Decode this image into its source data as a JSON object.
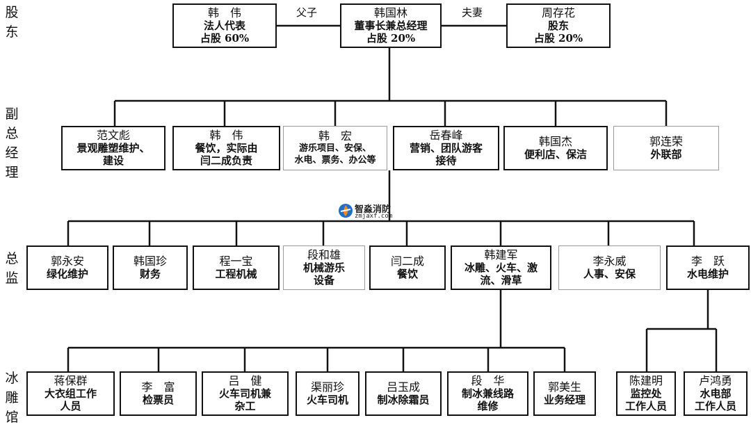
{
  "side_labels": {
    "shareholders": [
      "股",
      "东"
    ],
    "deputy_gm": [
      "副",
      "总",
      "经",
      "理"
    ],
    "supervisor": [
      "总",
      "监"
    ],
    "ice_hall": [
      "冰",
      "雕",
      "馆"
    ]
  },
  "relations": {
    "left": "父子",
    "right": "夫妻"
  },
  "logo": {
    "name": "智淼消防",
    "domain": "zmjaxf.com"
  },
  "shareholders": [
    {
      "name": "韩　伟",
      "lines": [
        "法人代表",
        "占股 60%"
      ]
    },
    {
      "name": "韩国林",
      "lines": [
        "董事长兼总经理",
        "占股 20%"
      ]
    },
    {
      "name": "周存花",
      "lines": [
        "股东",
        "占股 20%"
      ]
    }
  ],
  "deputies": [
    {
      "name": "范文彪",
      "lines": [
        "景观雕塑维护、",
        "建设"
      ]
    },
    {
      "name": "韩　伟",
      "lines": [
        "餐饮，实际由",
        "闫二成负责"
      ]
    },
    {
      "name": "韩　宏",
      "lines": [
        "游乐项目、安保、",
        "水电、票务、办公等"
      ]
    },
    {
      "name": "岳春峰",
      "lines": [
        "营销、团队游客",
        "接待"
      ]
    },
    {
      "name": "韩国杰",
      "lines": [
        "便利店、保洁"
      ]
    },
    {
      "name": "郭连荣",
      "lines": [
        "外联部"
      ]
    }
  ],
  "directors": [
    {
      "name": "郭永安",
      "lines": [
        "绿化维护"
      ]
    },
    {
      "name": "韩国珍",
      "lines": [
        "财务"
      ]
    },
    {
      "name": "程一宝",
      "lines": [
        "工程机械"
      ]
    },
    {
      "name": "段和雄",
      "lines": [
        "机械游乐",
        "设备"
      ]
    },
    {
      "name": "闫二成",
      "lines": [
        "餐饮"
      ]
    },
    {
      "name": "韩建军",
      "lines": [
        "冰雕、火车、激",
        "流、滑草"
      ]
    },
    {
      "name": "李永威",
      "lines": [
        "人事、安保"
      ]
    },
    {
      "name": "李　跃",
      "lines": [
        "水电维护"
      ]
    }
  ],
  "ice_staff": [
    {
      "name": "蒋保群",
      "lines": [
        "大衣组工作",
        "人员"
      ]
    },
    {
      "name": "李　富",
      "lines": [
        "检票员"
      ]
    },
    {
      "name": "吕　健",
      "lines": [
        "火车司机兼",
        "杂工"
      ]
    },
    {
      "name": "渠丽珍",
      "lines": [
        "火车司机"
      ]
    },
    {
      "name": "吕玉成",
      "lines": [
        "制冰除霜员"
      ]
    },
    {
      "name": "段　华",
      "lines": [
        "制冰兼线路",
        "维修"
      ]
    },
    {
      "name": "郭美生",
      "lines": [
        "业务经理"
      ]
    }
  ],
  "utility_staff": [
    {
      "name": "陈建明",
      "lines": [
        "监控处",
        "工作人员"
      ]
    },
    {
      "name": "卢鸿勇",
      "lines": [
        "水电部",
        "工作人员"
      ]
    }
  ]
}
